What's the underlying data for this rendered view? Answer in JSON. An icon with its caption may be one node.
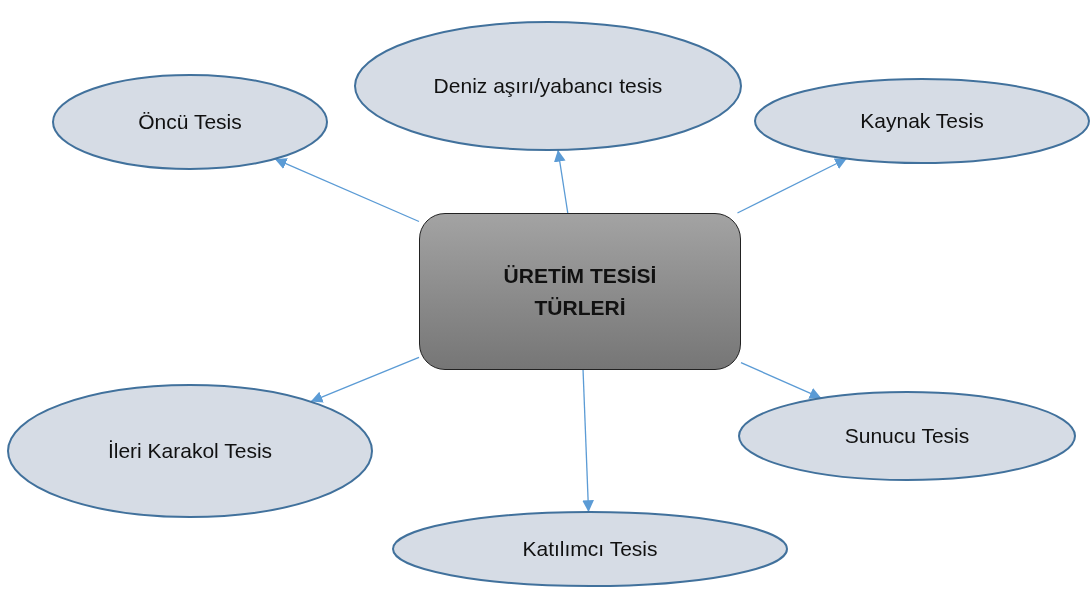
{
  "diagram": {
    "nodes": [
      {
        "text": [
          "Deniz aşırı/yabancı tesis"
        ]
      },
      {
        "text": [
          "Öncü Tesis"
        ]
      },
      {
        "text": [
          "Kaynak Tesis"
        ]
      },
      {
        "text": [
          "ÜRETİM TESİSİ TÜRLERİ"
        ]
      },
      {
        "text": [
          "İleri Karakol Tesis"
        ]
      },
      {
        "text": [
          "Sunucu Tesis"
        ]
      },
      {
        "text": [
          "Katılımcı Tesis"
        ]
      }
    ],
    "edges": [
      {
        "from": 3,
        "to": 0,
        "arrow": "to"
      },
      {
        "from": 3,
        "to": 1,
        "arrow": "to"
      },
      {
        "from": 3,
        "to": 2,
        "arrow": "to"
      },
      {
        "from": 3,
        "to": 4,
        "arrow": "to"
      },
      {
        "from": 3,
        "to": 5,
        "arrow": "to"
      },
      {
        "from": 3,
        "to": 6,
        "arrow": "to"
      }
    ]
  }
}
